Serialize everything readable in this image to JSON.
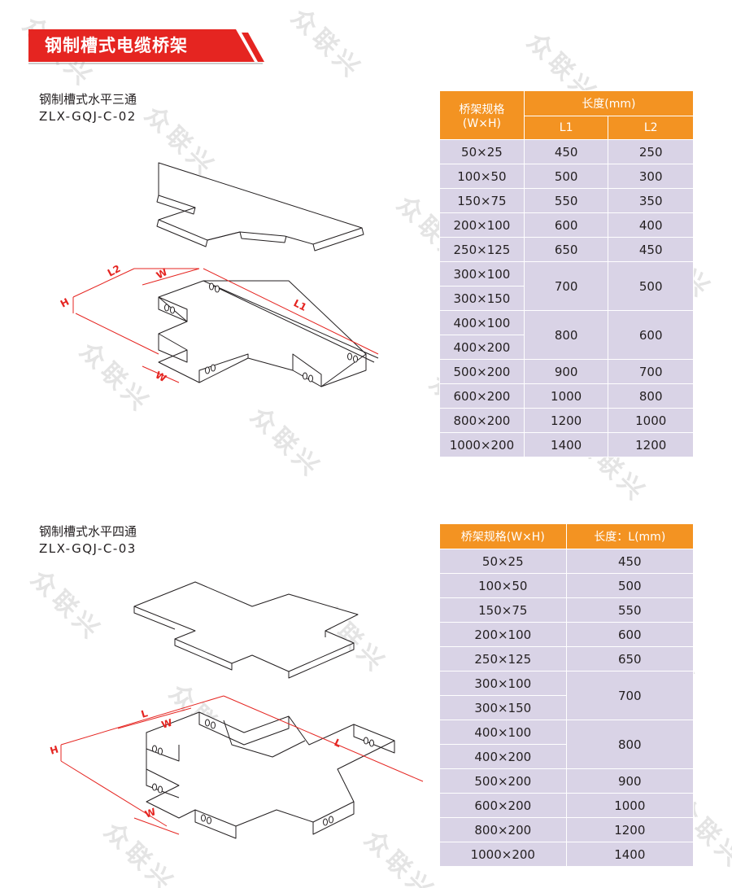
{
  "banner": {
    "title": "钢制槽式电缆桥架"
  },
  "watermark": {
    "text": "众联兴"
  },
  "section1": {
    "title": "钢制槽式水平三通",
    "code": "ZLX-GQJ-C-02",
    "labels": {
      "l1": "L1",
      "l2": "L2",
      "w_top": "W",
      "w_bottom": "W",
      "h": "H"
    },
    "table": {
      "header_spec": "桥架规格",
      "header_spec_unit": "(W×H)",
      "header_length": "长度(mm)",
      "sub_l1": "L1",
      "sub_l2": "L2",
      "rows": [
        {
          "specs": [
            "50×25"
          ],
          "l1": "450",
          "l2": "250"
        },
        {
          "specs": [
            "100×50"
          ],
          "l1": "500",
          "l2": "300"
        },
        {
          "specs": [
            "150×75"
          ],
          "l1": "550",
          "l2": "350"
        },
        {
          "specs": [
            "200×100"
          ],
          "l1": "600",
          "l2": "400"
        },
        {
          "specs": [
            "250×125"
          ],
          "l1": "650",
          "l2": "450"
        },
        {
          "specs": [
            "300×100",
            "300×150"
          ],
          "l1": "700",
          "l2": "500"
        },
        {
          "specs": [
            "400×100",
            "400×200"
          ],
          "l1": "800",
          "l2": "600"
        },
        {
          "specs": [
            "500×200"
          ],
          "l1": "900",
          "l2": "700"
        },
        {
          "specs": [
            "600×200"
          ],
          "l1": "1000",
          "l2": "800"
        },
        {
          "specs": [
            "800×200"
          ],
          "l1": "1200",
          "l2": "1000"
        },
        {
          "specs": [
            "1000×200"
          ],
          "l1": "1400",
          "l2": "1200"
        }
      ]
    }
  },
  "section2": {
    "title": "钢制槽式水平四通",
    "code": "ZLX-GQJ-C-03",
    "labels": {
      "l_left": "L",
      "l_right": "L",
      "w_top": "W",
      "w_bottom": "W",
      "h": "H"
    },
    "table": {
      "header_spec": "桥架规格(W×H)",
      "header_length": "长度：L(mm)",
      "rows": [
        {
          "specs": [
            "50×25"
          ],
          "l": "450"
        },
        {
          "specs": [
            "100×50"
          ],
          "l": "500"
        },
        {
          "specs": [
            "150×75"
          ],
          "l": "550"
        },
        {
          "specs": [
            "200×100"
          ],
          "l": "600"
        },
        {
          "specs": [
            "250×125"
          ],
          "l": "650"
        },
        {
          "specs": [
            "300×100",
            "300×150"
          ],
          "l": "700"
        },
        {
          "specs": [
            "400×100",
            "400×200"
          ],
          "l": "800"
        },
        {
          "specs": [
            "500×200"
          ],
          "l": "900"
        },
        {
          "specs": [
            "600×200"
          ],
          "l": "1000"
        },
        {
          "specs": [
            "800×200"
          ],
          "l": "1200"
        },
        {
          "specs": [
            "1000×200"
          ],
          "l": "1400"
        }
      ]
    }
  },
  "colors": {
    "banner_red": "#e52521",
    "header_orange": "#f39322",
    "cell_lavender": "#d9d3e6",
    "dimension_red": "#e52521"
  }
}
